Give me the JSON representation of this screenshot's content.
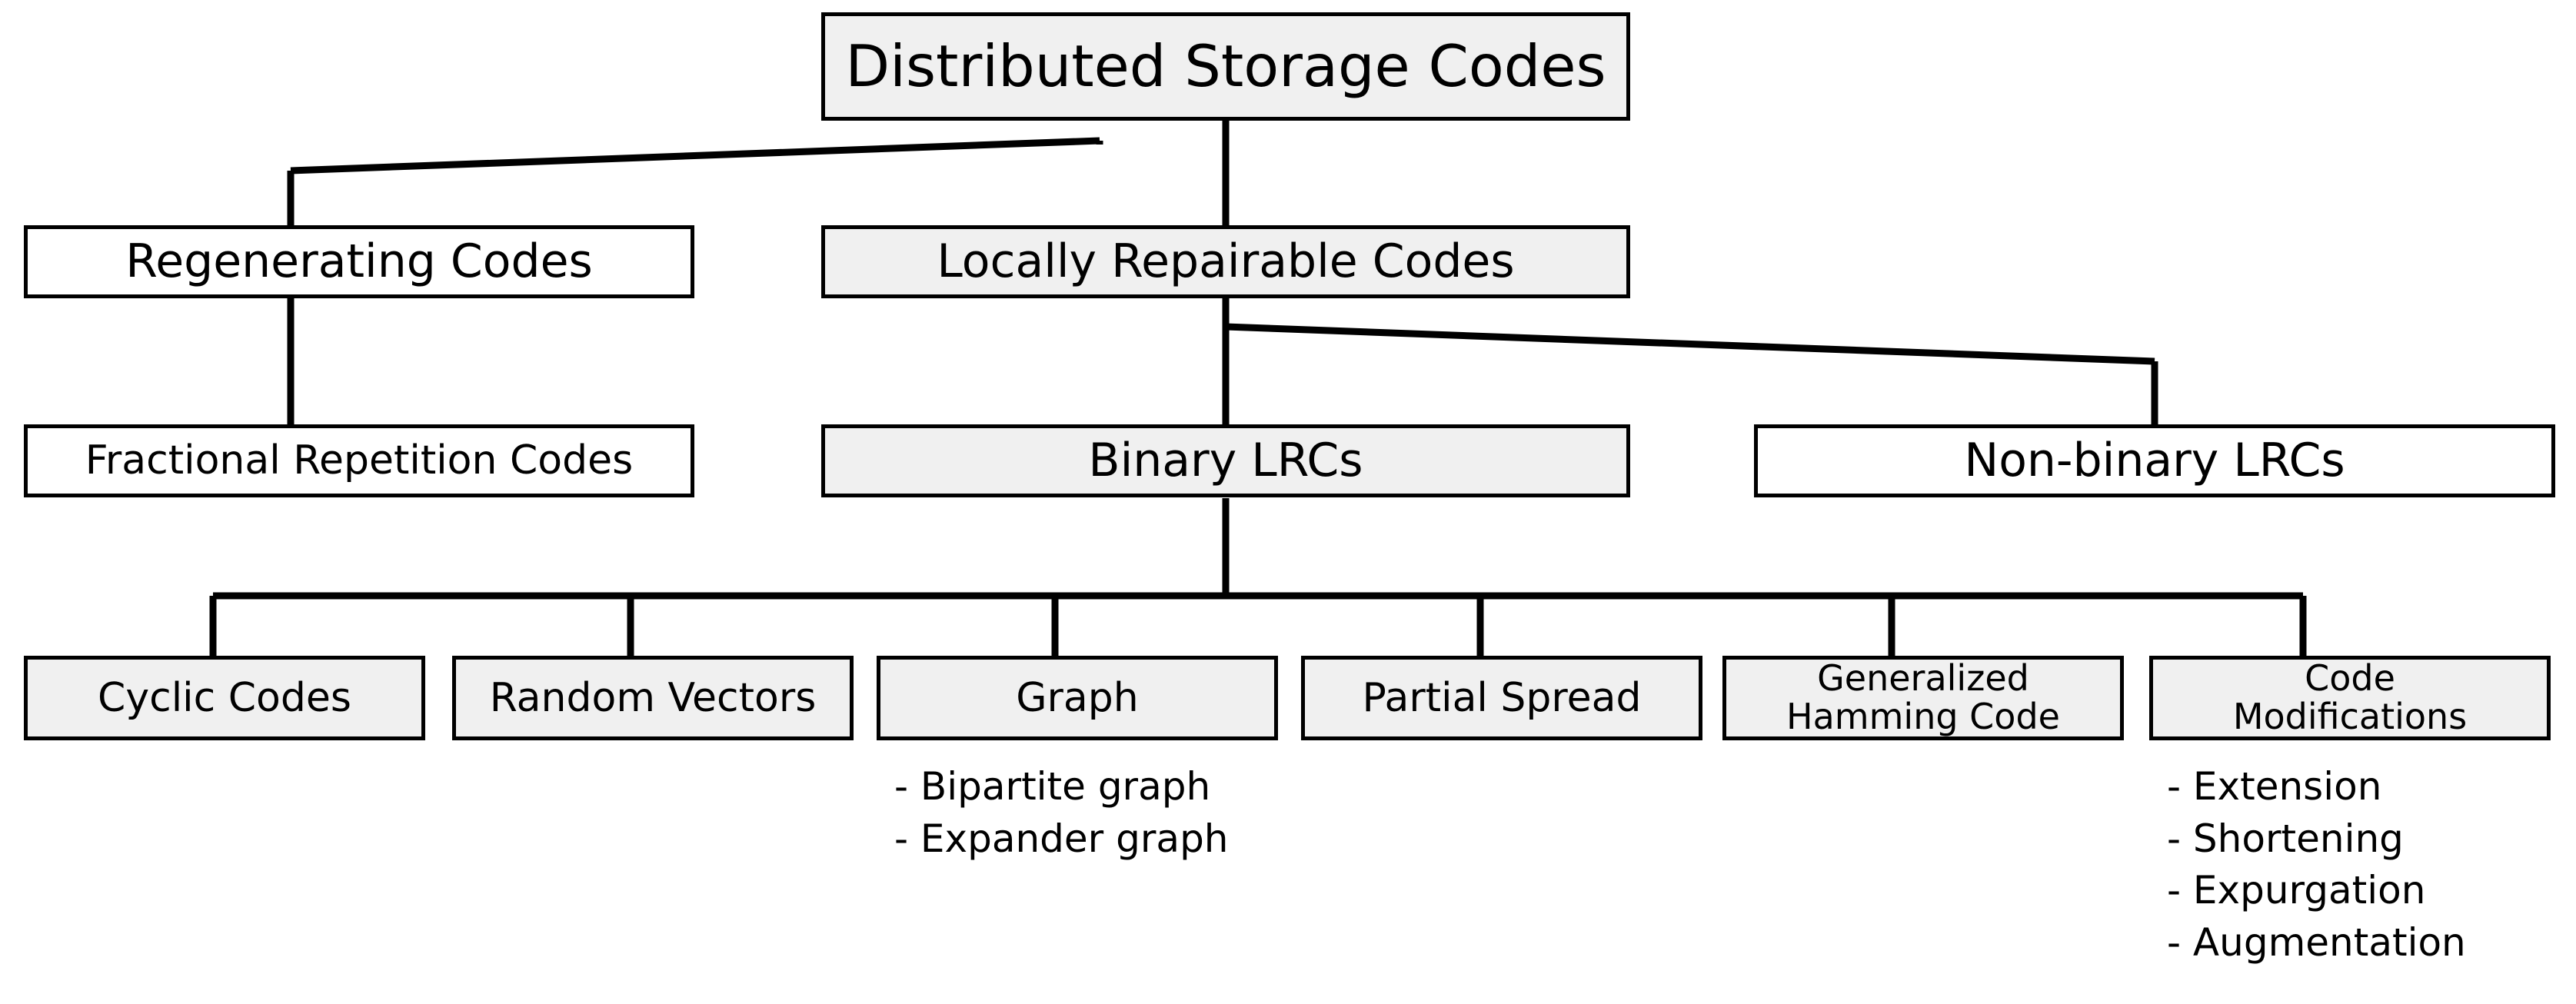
{
  "diagram": {
    "title": "Distributed Storage Codes",
    "background_color": "#ffffff",
    "box_fill_gray": "#f0f0f0",
    "box_fill_white": "#ffffff",
    "line_color": "#000000",
    "nodes": {
      "root": "Distributed Storage Codes",
      "regenerating_codes": "Regenerating Codes",
      "locally_repairable_codes": "Locally Repairable Codes",
      "fractional_repetition_codes": "Fractional Repetition Codes",
      "binary_lrcs": "Binary LRCs",
      "non_binary_lrcs": "Non-binary LRCs",
      "cyclic_codes": "Cyclic Codes",
      "random_vectors": "Random Vectors",
      "graph": "Graph",
      "partial_spread": "Partial Spread",
      "generalized_hamming_code_line1": "Generalized",
      "generalized_hamming_code_line2": "Hamming Code",
      "code_modifications_line1": "Code",
      "code_modifications_line2": "Modifications"
    },
    "sublists": {
      "graph": [
        "- Bipartite graph",
        "- Expander graph"
      ],
      "code_modifications": [
        "- Extension",
        "- Shortening",
        "- Expurgation",
        "- Augmentation"
      ]
    }
  }
}
